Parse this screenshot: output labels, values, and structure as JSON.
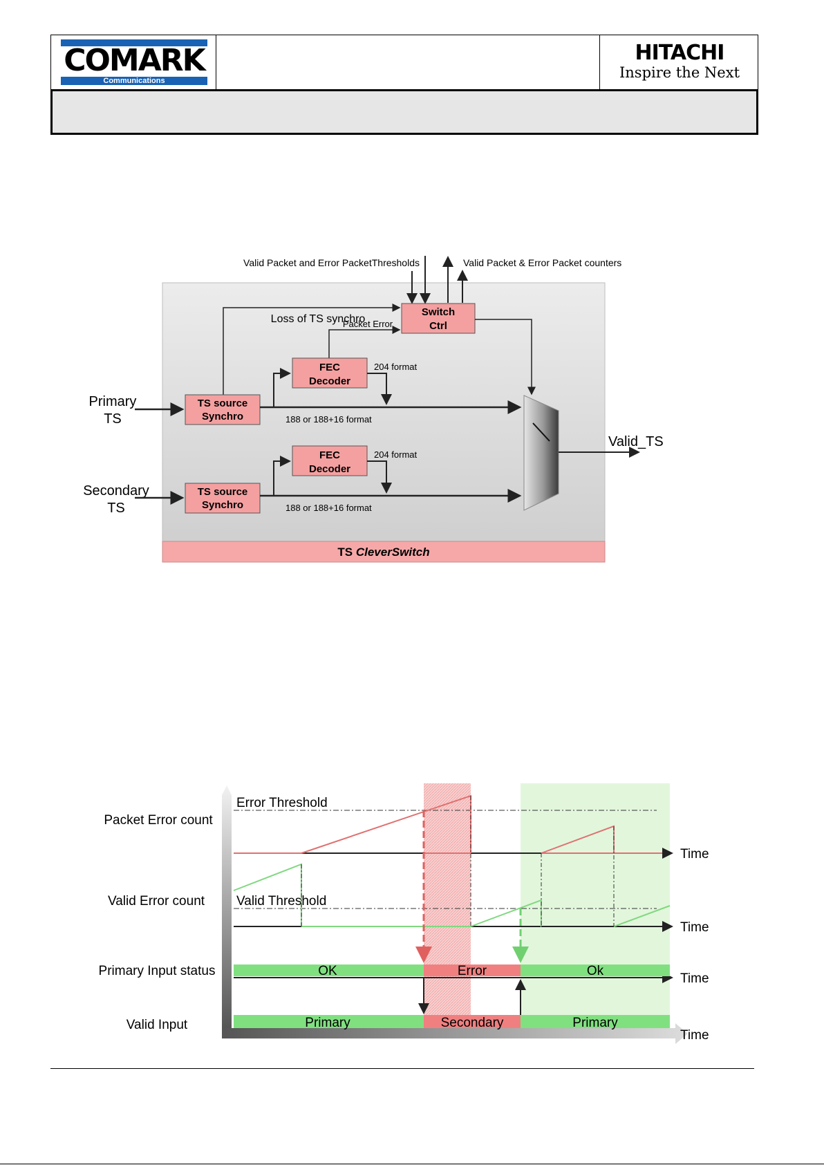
{
  "header": {
    "left_logo": {
      "wordmark": "COMARK",
      "subtitle": "Communications",
      "accent_color": "#1a62b3"
    },
    "right_logo": {
      "wordmark": "HITACHI",
      "tagline": "Inspire the Next"
    },
    "title_bar_text": ""
  },
  "block_diagram": {
    "top_left_label": "Valid Packet and Error PacketThresholds",
    "top_right_label": "Valid Packet & Error Packet counters",
    "switch_ctrl": "Switch Ctrl",
    "loss_label": "Loss of TS synchro",
    "packet_error_label": "Packet Error",
    "fec_decoder": "FEC Decoder",
    "format_204": "204 format",
    "format_188": "188 or 188+16 format",
    "ts_source_synchro": "TS source Synchro",
    "primary_input": "Primary TS",
    "secondary_input": "Secondary TS",
    "output": "Valid_TS",
    "footer_bold": "TS ",
    "footer_italic": "CleverSwitch",
    "colors": {
      "block_fill": "#f4a0a0",
      "panel_fill": "#e0e0e0",
      "footer_fill": "#f6a8a8"
    }
  },
  "timing_diagram": {
    "rows": {
      "packet_error": "Packet Error count",
      "valid_error": "Valid Error count",
      "primary_status": "Primary Input status",
      "valid_input": "Valid Input"
    },
    "thresholds": {
      "error": "Error Threshold",
      "valid": "Valid Threshold"
    },
    "time_label": "Time",
    "status_segments": [
      "OK",
      "Error",
      "Ok"
    ],
    "input_segments": [
      "Primary",
      "Secondary",
      "Primary"
    ],
    "colors": {
      "ok": "#80e080",
      "error": "#f08080",
      "error_zone": "#f8c8c8",
      "ok_zone": "#dff5d8"
    }
  }
}
